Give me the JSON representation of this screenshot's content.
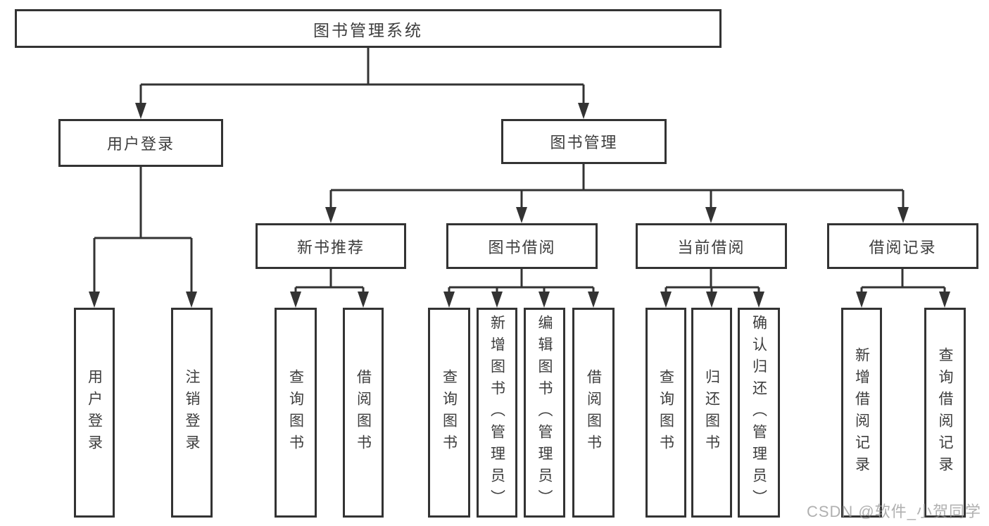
{
  "diagram_title": "图书管理系统",
  "tree": {
    "label": "图书管理系统",
    "children": [
      {
        "label": "用户登录",
        "children": [
          {
            "label": "用户登录"
          },
          {
            "label": "注销登录"
          }
        ]
      },
      {
        "label": "图书管理",
        "children": [
          {
            "label": "新书推荐",
            "children": [
              {
                "label": "查询图书"
              },
              {
                "label": "借阅图书"
              }
            ]
          },
          {
            "label": "图书借阅",
            "children": [
              {
                "label": "查询图书"
              },
              {
                "label": "新增图书（管理员）"
              },
              {
                "label": "编辑图书（管理员）"
              },
              {
                "label": "借阅图书"
              }
            ]
          },
          {
            "label": "当前借阅",
            "children": [
              {
                "label": "查询图书"
              },
              {
                "label": "归还图书"
              },
              {
                "label": "确认归还（管理员）"
              }
            ]
          },
          {
            "label": "借阅记录",
            "children": [
              {
                "label": "新增借阅记录"
              },
              {
                "label": "查询借阅记录"
              }
            ]
          }
        ]
      }
    ]
  },
  "watermark": "CSDN @软件_小贺同学",
  "colors": {
    "line": "#333333",
    "box_border": "#333333",
    "text": "#3d3d3d",
    "watermark": "#969696",
    "background": "#ffffff"
  }
}
